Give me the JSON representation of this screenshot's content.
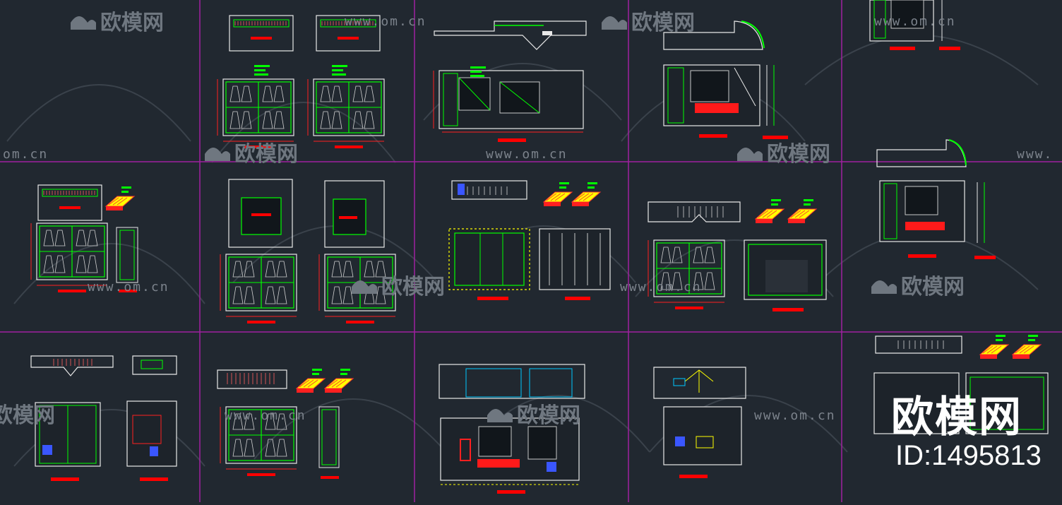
{
  "watermark": {
    "logo_text": "欧模网",
    "url_text": "www.om.cn",
    "url_text_short": "om.cn",
    "url_text_partial": "www.",
    "logo_text_partial": "欧模网"
  },
  "model_id": {
    "logo": "欧模网",
    "id_label": "ID:1495813"
  },
  "colors": {
    "background": "#212830",
    "grid_lines": "#a020a0",
    "drawing_white": "#e8e8e8",
    "drawing_green": "#00ff00",
    "drawing_red": "#ff0000",
    "drawing_yellow": "#ffff00",
    "drawing_cyan": "#00c8ff",
    "drawing_blue": "#3a56ff"
  }
}
